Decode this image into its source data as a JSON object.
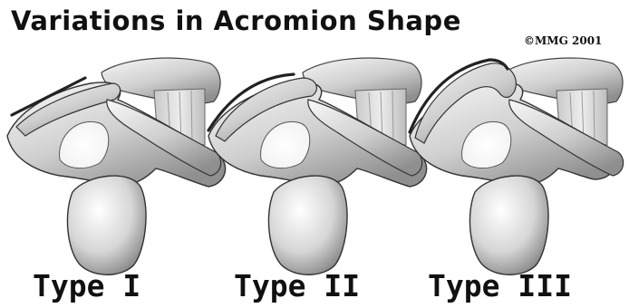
{
  "title": "Variations in Acromion Shape",
  "copyright": "©MMG 2001",
  "types": [
    {
      "label": "Type I"
    },
    {
      "label": "Type II"
    },
    {
      "label": "Type III"
    }
  ]
}
